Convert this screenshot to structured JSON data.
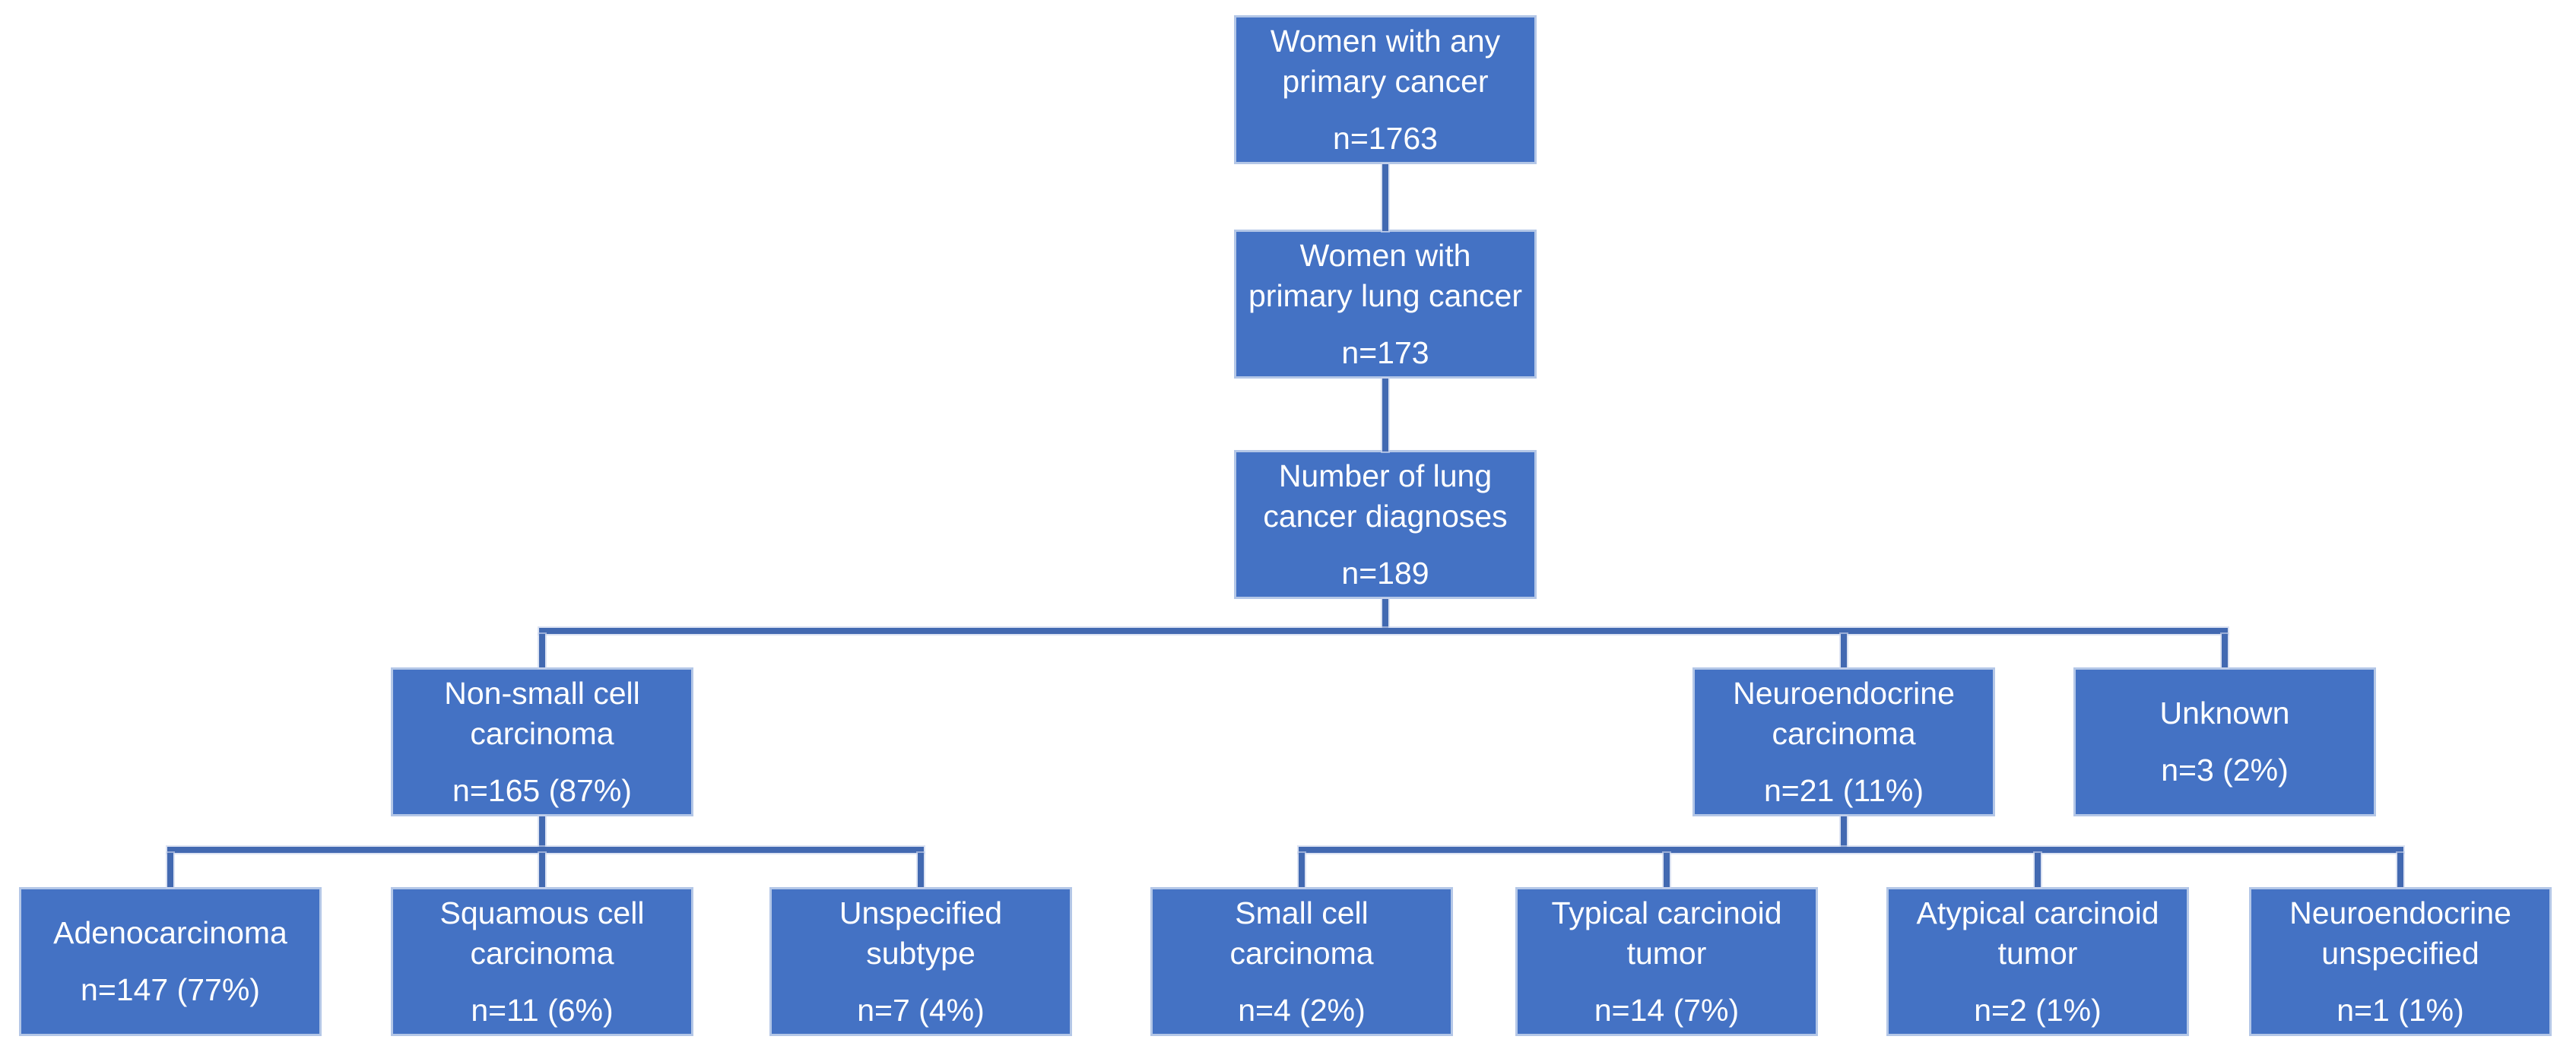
{
  "diagram": {
    "title": "Lung cancer diagnoses flowchart",
    "colors": {
      "box_fill": "#4472C4",
      "box_border": "#b4c7e7",
      "connector": "#4269B1",
      "text": "#ffffff",
      "background": "#ffffff"
    },
    "nodes": [
      {
        "id": "women-any-primary-cancer",
        "label": "Women with any\nprimary cancer",
        "value": "n=1763"
      },
      {
        "id": "women-primary-lung-cancer",
        "label": "Women with\nprimary lung cancer",
        "value": "n=173"
      },
      {
        "id": "lung-cancer-diagnoses",
        "label": "Number of lung\ncancer diagnoses",
        "value": "n=189"
      },
      {
        "id": "non-small-cell-carcinoma",
        "label": "Non-small cell\ncarcinoma",
        "value": "n=165 (87%)"
      },
      {
        "id": "neuroendocrine-carcinoma",
        "label": "Neuroendocrine\ncarcinoma",
        "value": "n=21 (11%)"
      },
      {
        "id": "unknown",
        "label": "Unknown",
        "value": "n=3 (2%)"
      },
      {
        "id": "adenocarcinoma",
        "label": "Adenocarcinoma",
        "value": "n=147 (77%)"
      },
      {
        "id": "squamous-cell-carcinoma",
        "label": "Squamous cell\ncarcinoma",
        "value": "n=11 (6%)"
      },
      {
        "id": "unspecified-subtype",
        "label": "Unspecified\nsubtype",
        "value": "n=7 (4%)"
      },
      {
        "id": "small-cell-carcinoma",
        "label": "Small cell\ncarcinoma",
        "value": "n=4 (2%)"
      },
      {
        "id": "typical-carcinoid-tumor",
        "label": "Typical carcinoid\ntumor",
        "value": "n=14 (7%)"
      },
      {
        "id": "atypical-carcinoid-tumor",
        "label": "Atypical carcinoid\ntumor",
        "value": "n=2 (1%)"
      },
      {
        "id": "neuroendocrine-unspecified",
        "label": "Neuroendocrine\nunspecified",
        "value": "n=1 (1%)"
      }
    ],
    "edges": [
      "women-any-primary-cancer -> women-primary-lung-cancer",
      "women-primary-lung-cancer -> lung-cancer-diagnoses",
      "lung-cancer-diagnoses -> non-small-cell-carcinoma",
      "lung-cancer-diagnoses -> neuroendocrine-carcinoma",
      "lung-cancer-diagnoses -> unknown",
      "non-small-cell-carcinoma -> adenocarcinoma",
      "non-small-cell-carcinoma -> squamous-cell-carcinoma",
      "non-small-cell-carcinoma -> unspecified-subtype",
      "neuroendocrine-carcinoma -> small-cell-carcinoma",
      "neuroendocrine-carcinoma -> typical-carcinoid-tumor",
      "neuroendocrine-carcinoma -> atypical-carcinoid-tumor",
      "neuroendocrine-carcinoma -> neuroendocrine-unspecified"
    ]
  }
}
